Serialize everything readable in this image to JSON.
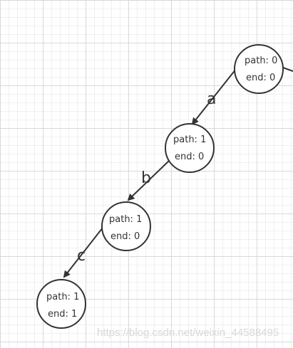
{
  "colors": {
    "stroke": "#333333",
    "node_fill": "#ffffff",
    "watermark": "#d8d8d8"
  },
  "nodes": [
    {
      "path_label": "path: 0",
      "end_label": "end: 0"
    },
    {
      "path_label": "path: 1",
      "end_label": "end: 0"
    },
    {
      "path_label": "path: 1",
      "end_label": "end: 0"
    },
    {
      "path_label": "path: 1",
      "end_label": "end: 1"
    }
  ],
  "edges": [
    {
      "label": "a"
    },
    {
      "label": "b"
    },
    {
      "label": "c"
    }
  ],
  "watermark": "https://blog.csdn.net/weixin_44588495"
}
